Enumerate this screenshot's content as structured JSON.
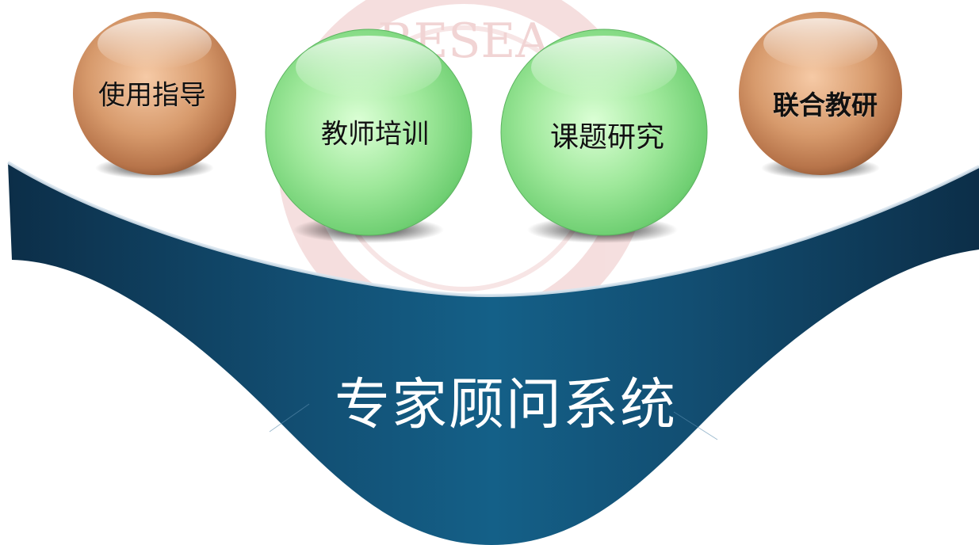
{
  "diagram": {
    "title": "专家顾问系统",
    "watermark_text": "RESEA",
    "nodes": [
      {
        "label": "使用指导",
        "color": "#c98a5e",
        "style": "bronze-sphere"
      },
      {
        "label": "教师培训",
        "color": "#8ede8e",
        "style": "green-sphere"
      },
      {
        "label": "课题研究",
        "color": "#8ede8e",
        "style": "green-sphere"
      },
      {
        "label": "联合教研",
        "color": "#c98a5e",
        "style": "bronze-sphere"
      }
    ],
    "colors": {
      "band_dark": "#0d3550",
      "band_mid": "#135f86",
      "bronze": "#c98a5e",
      "green": "#8ede8e",
      "watermark": "#e7b2b2"
    }
  }
}
